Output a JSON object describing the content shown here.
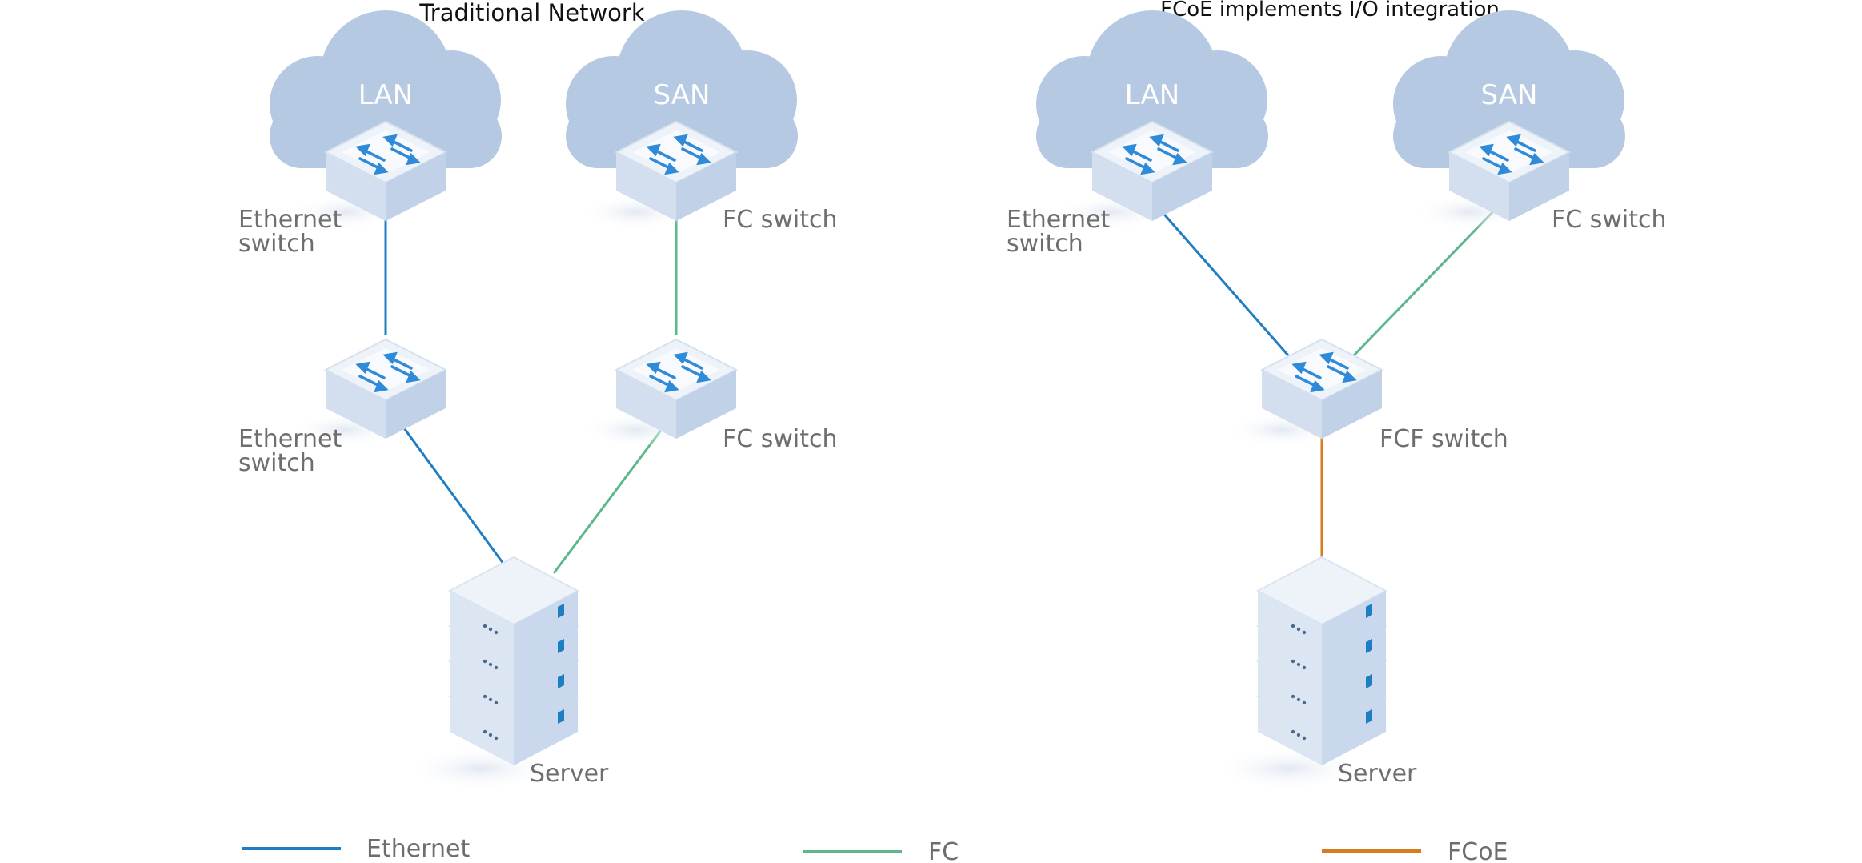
{
  "diagram": {
    "left_title": "Traditional Network",
    "right_title": "FCoE implements I/O integration",
    "left": {
      "lan_cloud": "LAN",
      "san_cloud": "SAN",
      "eth_switch_top_1": "Ethernet",
      "eth_switch_top_2": "switch",
      "fc_switch_top": "FC switch",
      "eth_switch_mid_1": "Ethernet",
      "eth_switch_mid_2": "switch",
      "fc_switch_mid": "FC switch",
      "server": "Server"
    },
    "right": {
      "lan_cloud": "LAN",
      "san_cloud": "SAN",
      "eth_switch_1": "Ethernet",
      "eth_switch_2": "switch",
      "fc_switch": "FC switch",
      "fcf_switch": "FCF switch",
      "server": "Server"
    },
    "legend": [
      {
        "label": "Ethernet",
        "color": "#1f7dc1"
      },
      {
        "label": "FC",
        "color": "#5cb88a"
      },
      {
        "label": "FCoE",
        "color": "#d97a1e"
      }
    ]
  }
}
